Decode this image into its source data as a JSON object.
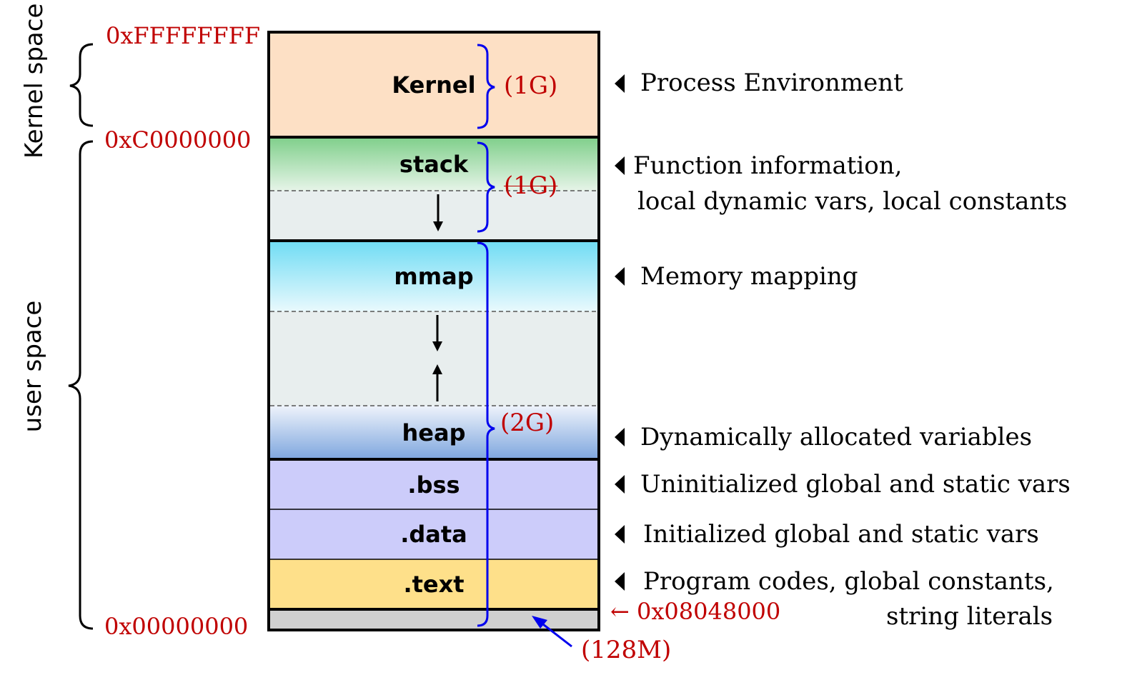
{
  "spaces": {
    "kernel": "Kernel space",
    "user": "user space"
  },
  "addresses": {
    "top": "0xFFFFFFFF",
    "kernel_base": "0xC0000000",
    "bottom": "0x00000000",
    "text_start": "← 0x08048000"
  },
  "segments": {
    "kernel": "Kernel",
    "stack": "stack",
    "mmap": "mmap",
    "heap": "heap",
    "bss": ".bss",
    "data": ".data",
    "text": ".text"
  },
  "sizes": {
    "kernel": "(1G)",
    "stack": "(1G)",
    "user": "(2G)",
    "reserved": "(128M)"
  },
  "descriptions": {
    "kernel": "Process Environment",
    "stack_line1": "Function information,",
    "stack_line2": "local dynamic vars, local constants",
    "mmap": "Memory mapping",
    "heap": "Dynamically allocated variables",
    "bss": "Uninitialized global and static vars",
    "data": "Initialized global and static vars",
    "text_line1": "Program codes, global constants,",
    "text_line2": "string literals"
  },
  "colors": {
    "kernel_fill": "#fde0c5",
    "stack_fill_top": "#7fcf8a",
    "gap_fill": "#e8eeee",
    "mmap_fill_top": "#6fdcf4",
    "heap_fill_bottom": "#7ea6de",
    "bss_data_fill": "#ccccfa",
    "text_fill": "#fee08a",
    "reserved_fill": "#d0d0d0",
    "address_color": "#c00000",
    "brace_blue": "#0000ee"
  }
}
